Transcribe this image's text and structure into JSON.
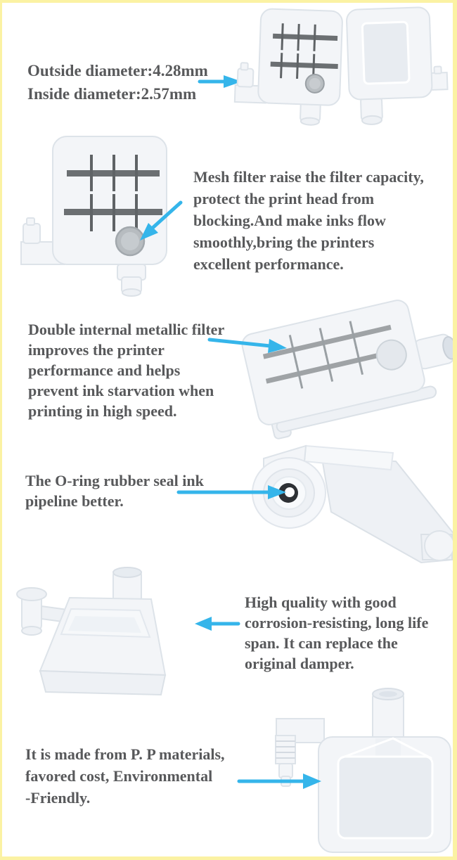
{
  "colors": {
    "background": "#ffffff",
    "border": "#fbf2a3",
    "arrow": "#35b5ea",
    "text": "#58595b",
    "mesh_grid": "#6b6f72",
    "o_ring": "#2e3135",
    "plastic_body": "#f3f5f8"
  },
  "sections": [
    {
      "id": "dimensions",
      "illustration": "damper-front-and-back-photo",
      "arrow_direction": "right",
      "lines": [
        "Outside diameter:4.28mm",
        "Inside diameter:2.57mm"
      ]
    },
    {
      "id": "mesh-filter",
      "illustration": "damper-front-large-photo",
      "arrow_direction": "down-left",
      "lines": [
        "Mesh filter raise the filter capacity,",
        "protect the print head from",
        "blocking.And make inks flow",
        "smoothly,bring the printers",
        "excellent performance."
      ]
    },
    {
      "id": "double-metallic-filter",
      "illustration": "damper-tilted-photo",
      "arrow_direction": "right",
      "lines": [
        "Double internal metallic filter",
        "improves the printer",
        "performance and helps",
        "prevent ink starvation when",
        "printing in high speed."
      ]
    },
    {
      "id": "o-ring",
      "illustration": "damper-oring-end-photo",
      "arrow_direction": "right",
      "lines": [
        "The O-ring rubber seal ink",
        "pipeline better."
      ]
    },
    {
      "id": "high-quality",
      "illustration": "damper-lying-flat-photo",
      "arrow_direction": "left",
      "lines": [
        "High quality with good",
        "corrosion-resisting, long life",
        "span. It can replace the",
        "original damper."
      ]
    },
    {
      "id": "material",
      "illustration": "damper-back-bottom-photo",
      "arrow_direction": "right",
      "lines": [
        "It is made from P. P materials,",
        "favored cost, Environmental",
        "-Friendly."
      ]
    }
  ]
}
